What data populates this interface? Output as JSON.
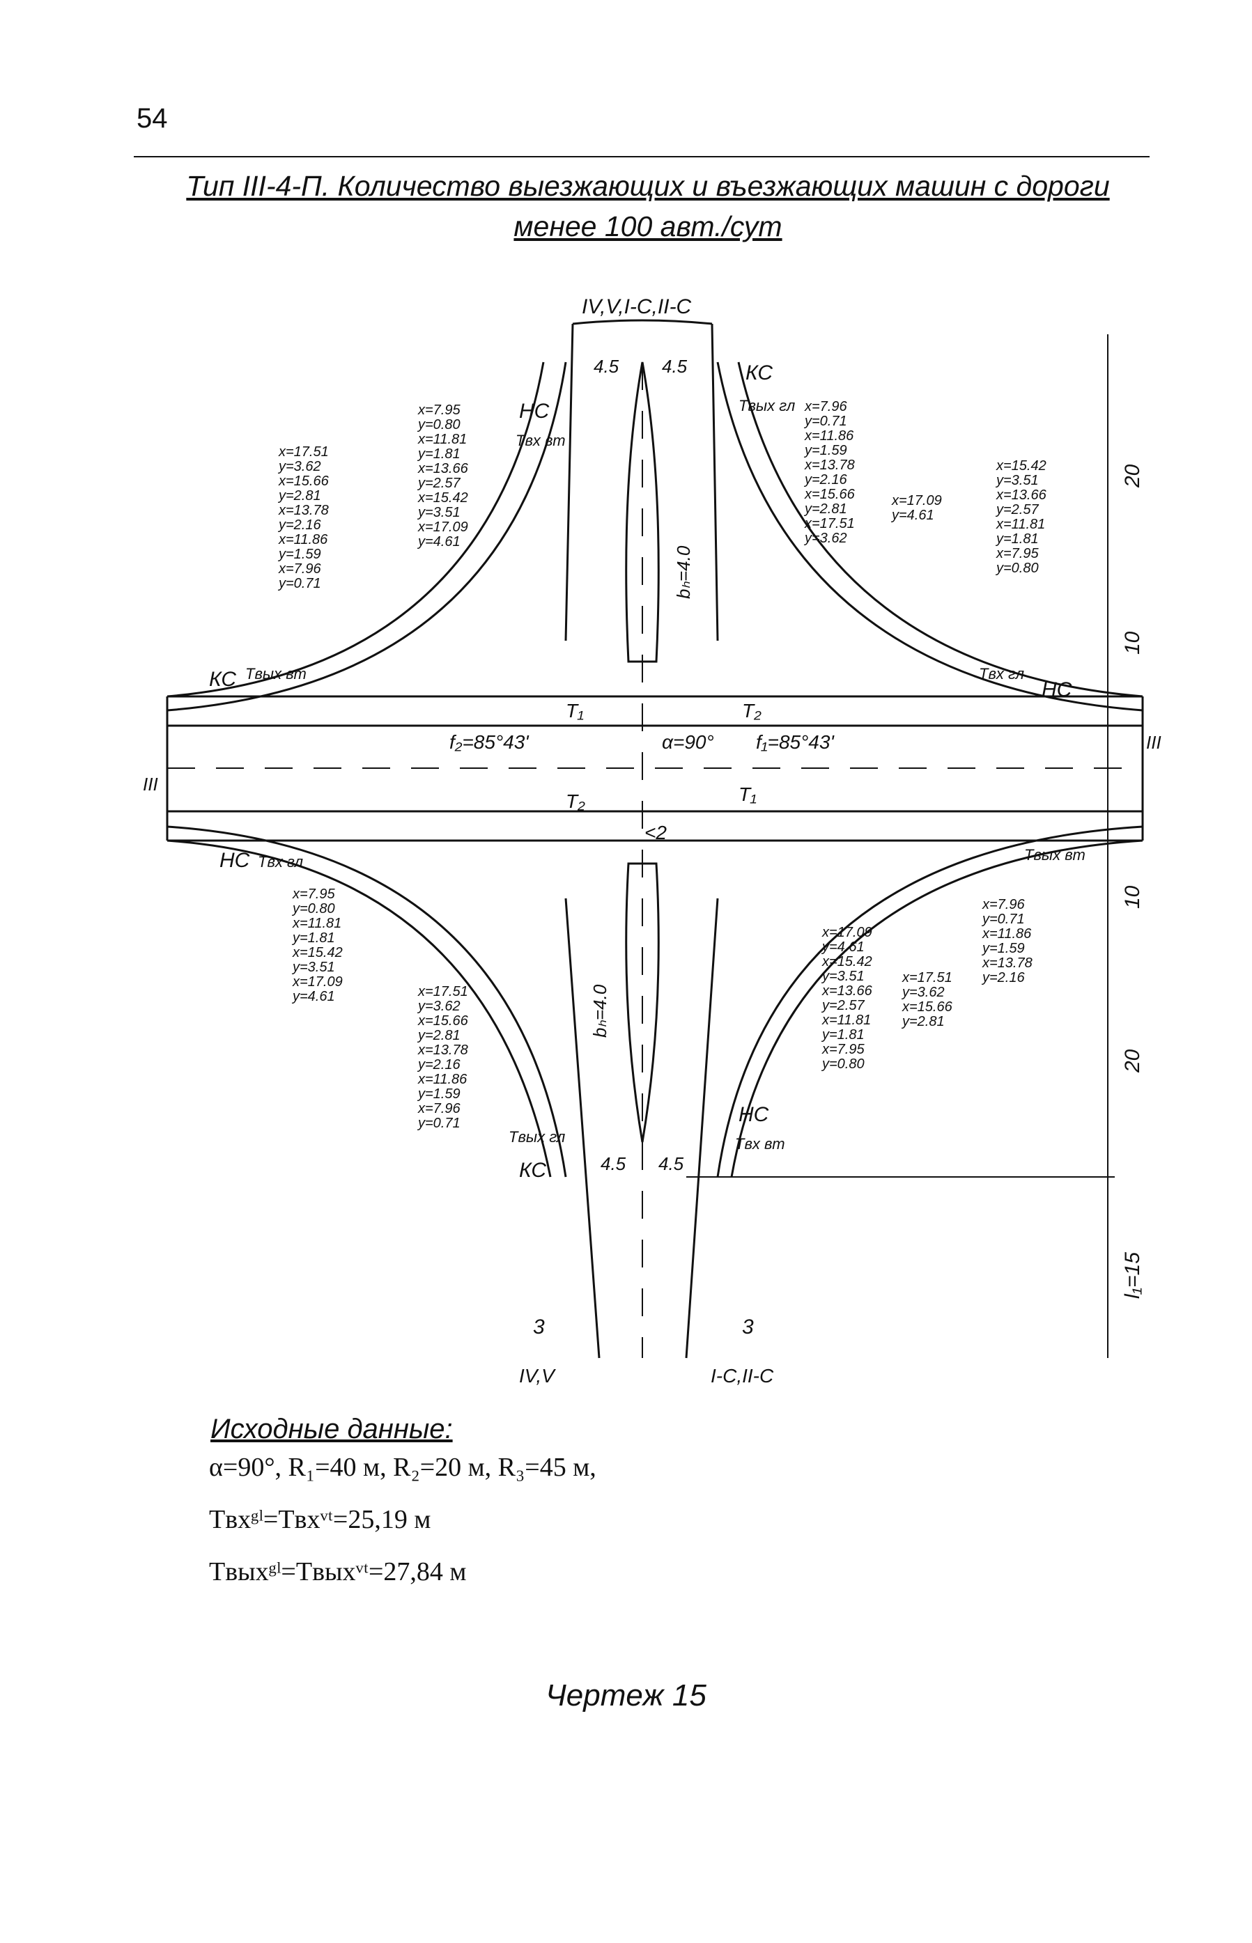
{
  "page_number": "54",
  "title": {
    "line1": "Тип III-4-П. Количество выезжающих и въезжающих машин с дороги",
    "line2": "менее 100 авт./сут"
  },
  "road_labels": {
    "north": "IV,V,I-C,II-C",
    "south_left": "IV,V",
    "south_right": "I-C,II-C",
    "east": "III",
    "west": "III"
  },
  "widths": {
    "lane_left": "4.5",
    "lane_right": "4.5"
  },
  "island_width_north": "bₕ=4.0",
  "island_width_south": "bₕ=4.0",
  "angles": {
    "alpha": "α=90°",
    "f1": "f₁=85°43'",
    "f2": "f₂=85°43'"
  },
  "tangent_labels": {
    "t1": "T₁",
    "t2": "T₂",
    "slope": "<2"
  },
  "curve_marks": {
    "ks": "КС",
    "ns": "НС",
    "t_exit_main": "Tвых гл",
    "t_exit_sec": "Tвых вт",
    "t_enter_main": "Tвх гл",
    "t_enter_sec": "Tвх вт"
  },
  "dimensions": {
    "d20_top": "20",
    "d10_top": "10",
    "d10_bot": "10",
    "d20_bot": "20",
    "l1": "l₁=15",
    "section_mark": "3"
  },
  "coords": {
    "nw_outer": [
      "x=17.51",
      "y=3.62",
      "x=15.66",
      "y=2.81",
      "x=13.78",
      "y=2.16",
      "x=11.86",
      "y=1.59",
      "x=7.96",
      "y=0.71"
    ],
    "nw_inner": [
      "x=7.95",
      "y=0.80",
      "x=11.81",
      "y=1.81",
      "x=13.66",
      "y=2.57",
      "x=15.42",
      "y=3.51",
      "x=17.09",
      "y=4.61"
    ],
    "ne_inner": [
      "x=7.96",
      "y=0.71",
      "x=11.86",
      "y=1.59",
      "x=13.78",
      "y=2.16",
      "x=15.66",
      "y=2.81",
      "x=17.51",
      "y=3.62"
    ],
    "ne_mid": [
      "x=17.09",
      "y=4.61"
    ],
    "ne_outer": [
      "x=15.42",
      "y=3.51",
      "x=13.66",
      "y=2.57",
      "x=11.81",
      "y=1.81",
      "x=7.95",
      "y=0.80"
    ],
    "sw_outer": [
      "x=7.95",
      "y=0.80",
      "x=11.81",
      "y=1.81",
      "x=15.42",
      "y=3.51",
      "x=17.09",
      "y=4.61"
    ],
    "sw_inner": [
      "x=17.51",
      "y=3.62",
      "x=15.66",
      "y=2.81",
      "x=13.78",
      "y=2.16",
      "x=11.86",
      "y=1.59",
      "x=7.96",
      "y=0.71"
    ],
    "se_inner": [
      "x=17.09",
      "y=4.61",
      "x=15.42",
      "y=3.51",
      "x=13.66",
      "y=2.57",
      "x=11.81",
      "y=1.81",
      "x=7.95",
      "y=0.80"
    ],
    "se_mid": [
      "x=17.51",
      "y=3.62",
      "x=15.66",
      "y=2.81"
    ],
    "se_outer": [
      "x=7.96",
      "y=0.71",
      "x=11.86",
      "y=1.59",
      "x=13.78",
      "y=2.16"
    ]
  },
  "source_data": {
    "caption": "Исходные данные:",
    "line1": "α=90°, R₁=40 м, R₂=20 м, R₃=45 м,",
    "line2": "Tвхᵍˡ=Tвхᵛᵗ=25,19 м",
    "line3": "Tвыхᵍˡ=Tвыхᵛᵗ=27,84 м"
  },
  "figure_caption": "Чертеж 15"
}
